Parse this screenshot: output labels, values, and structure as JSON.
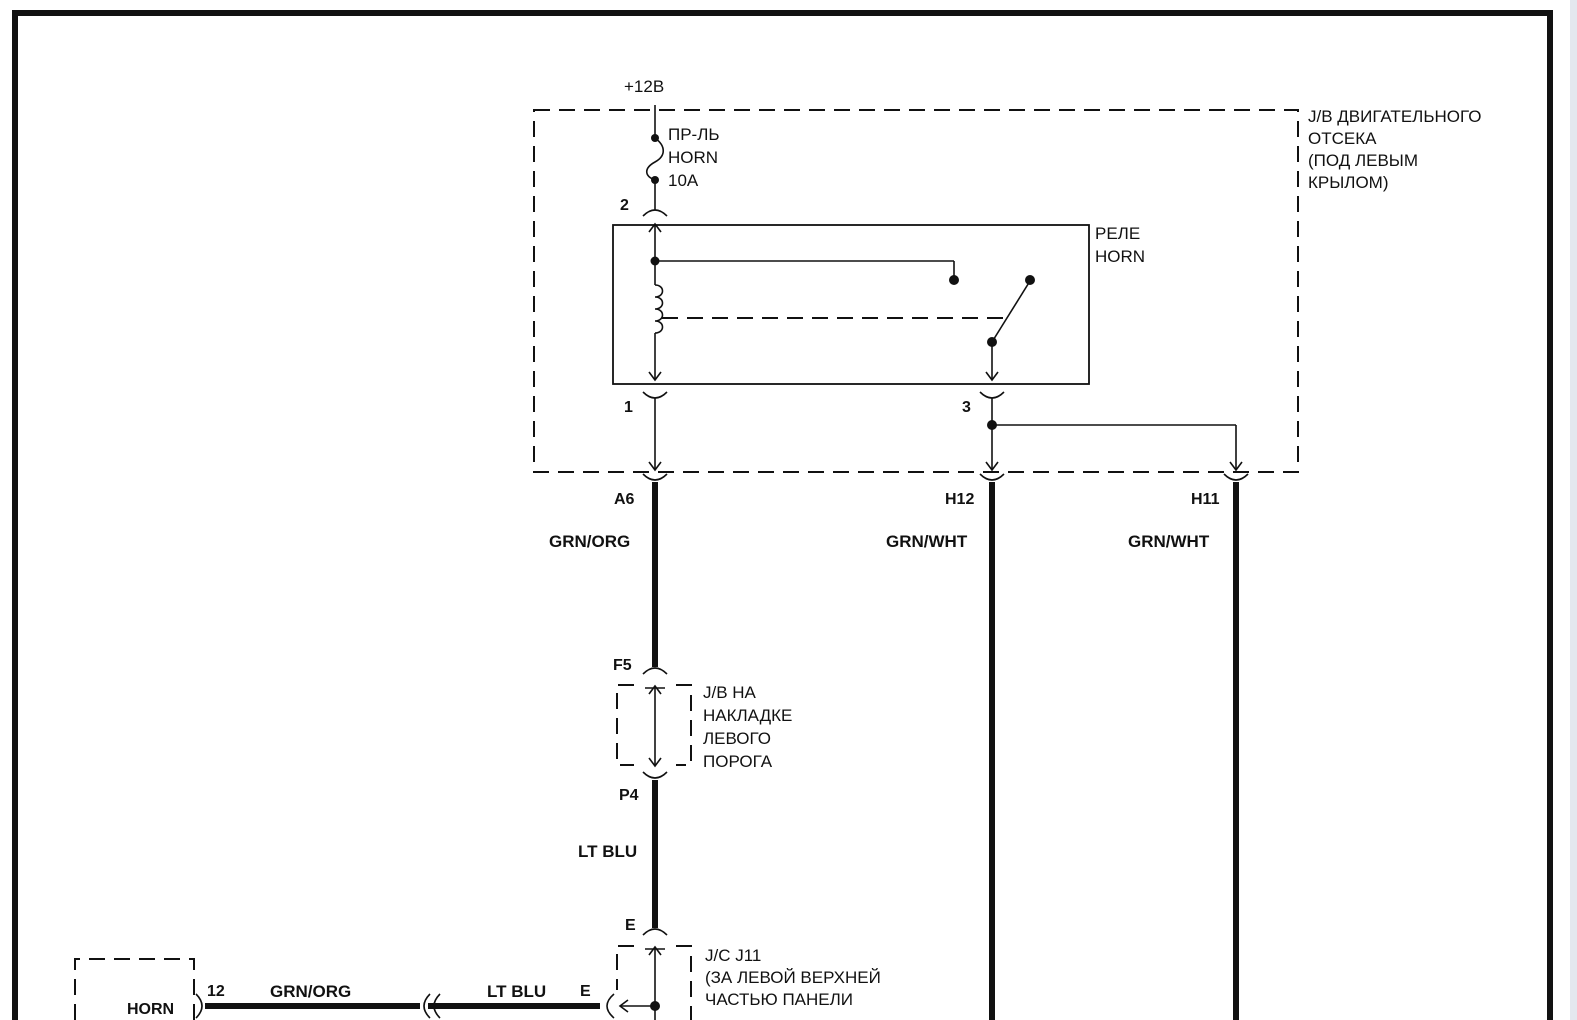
{
  "power": {
    "label": "+12В"
  },
  "fuse": {
    "line1": "ПР-ЛЬ",
    "line2": "HORN",
    "line3": "10A"
  },
  "jb_engine": {
    "lines": [
      "J/B ДВИГАТЕЛЬНОГО",
      "ОТСЕКА",
      "(ПОД ЛЕВЫМ",
      "КРЫЛОМ)"
    ]
  },
  "relay": {
    "line1": "РЕЛЕ",
    "line2": "HORN"
  },
  "pins": {
    "p2": "2",
    "p1": "1",
    "p3": "3",
    "a6": "A6",
    "h12": "H12",
    "h11": "H11",
    "f5": "F5",
    "p4": "P4",
    "e_top": "E",
    "e_left": "E",
    "p12": "12"
  },
  "wires": {
    "a6": "GRN/ORG",
    "h12": "GRN/WHT",
    "h11": "GRN/WHT",
    "p4": "LT BLU",
    "horn": "GRN/ORG",
    "jc": "LT BLU"
  },
  "jb_sill": {
    "lines": [
      "J/B НА",
      "НАКЛАДКЕ",
      "ЛЕВОГО",
      "ПОРОГА"
    ]
  },
  "jc": {
    "lines": [
      "J/C J11",
      "(ЗА ЛЕВОЙ ВЕРХНЕЙ",
      "ЧАСТЬЮ ПАНЕЛИ"
    ]
  },
  "horn": {
    "label": "HORN"
  }
}
